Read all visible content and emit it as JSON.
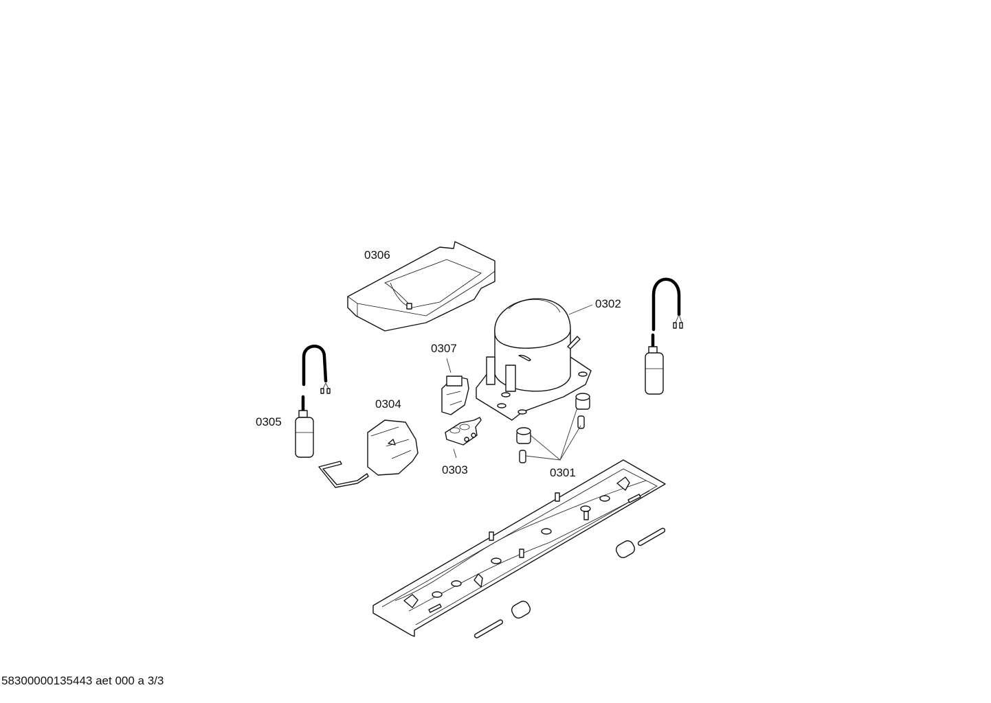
{
  "diagram": {
    "type": "exploded-parts-drawing",
    "parts": [
      {
        "id": "0301",
        "label": "0301",
        "description": "rubber feet with sleeves (x2)"
      },
      {
        "id": "0302",
        "label": "0302",
        "description": "compressor"
      },
      {
        "id": "0303",
        "label": "0303",
        "description": "relay / starter"
      },
      {
        "id": "0304",
        "label": "0304",
        "description": "cover with clip"
      },
      {
        "id": "0305",
        "label": "0305",
        "description": "capacitor with cable"
      },
      {
        "id": "0306",
        "label": "0306",
        "description": "drip tray"
      },
      {
        "id": "0307",
        "label": "0307",
        "description": "overload protector"
      }
    ],
    "unlabeled": [
      "capacitor with cable (right)",
      "base plate",
      "spacer sleeves",
      "pins"
    ]
  },
  "footer": {
    "document_id": "58300000135443 aet 000 a 3/3"
  }
}
